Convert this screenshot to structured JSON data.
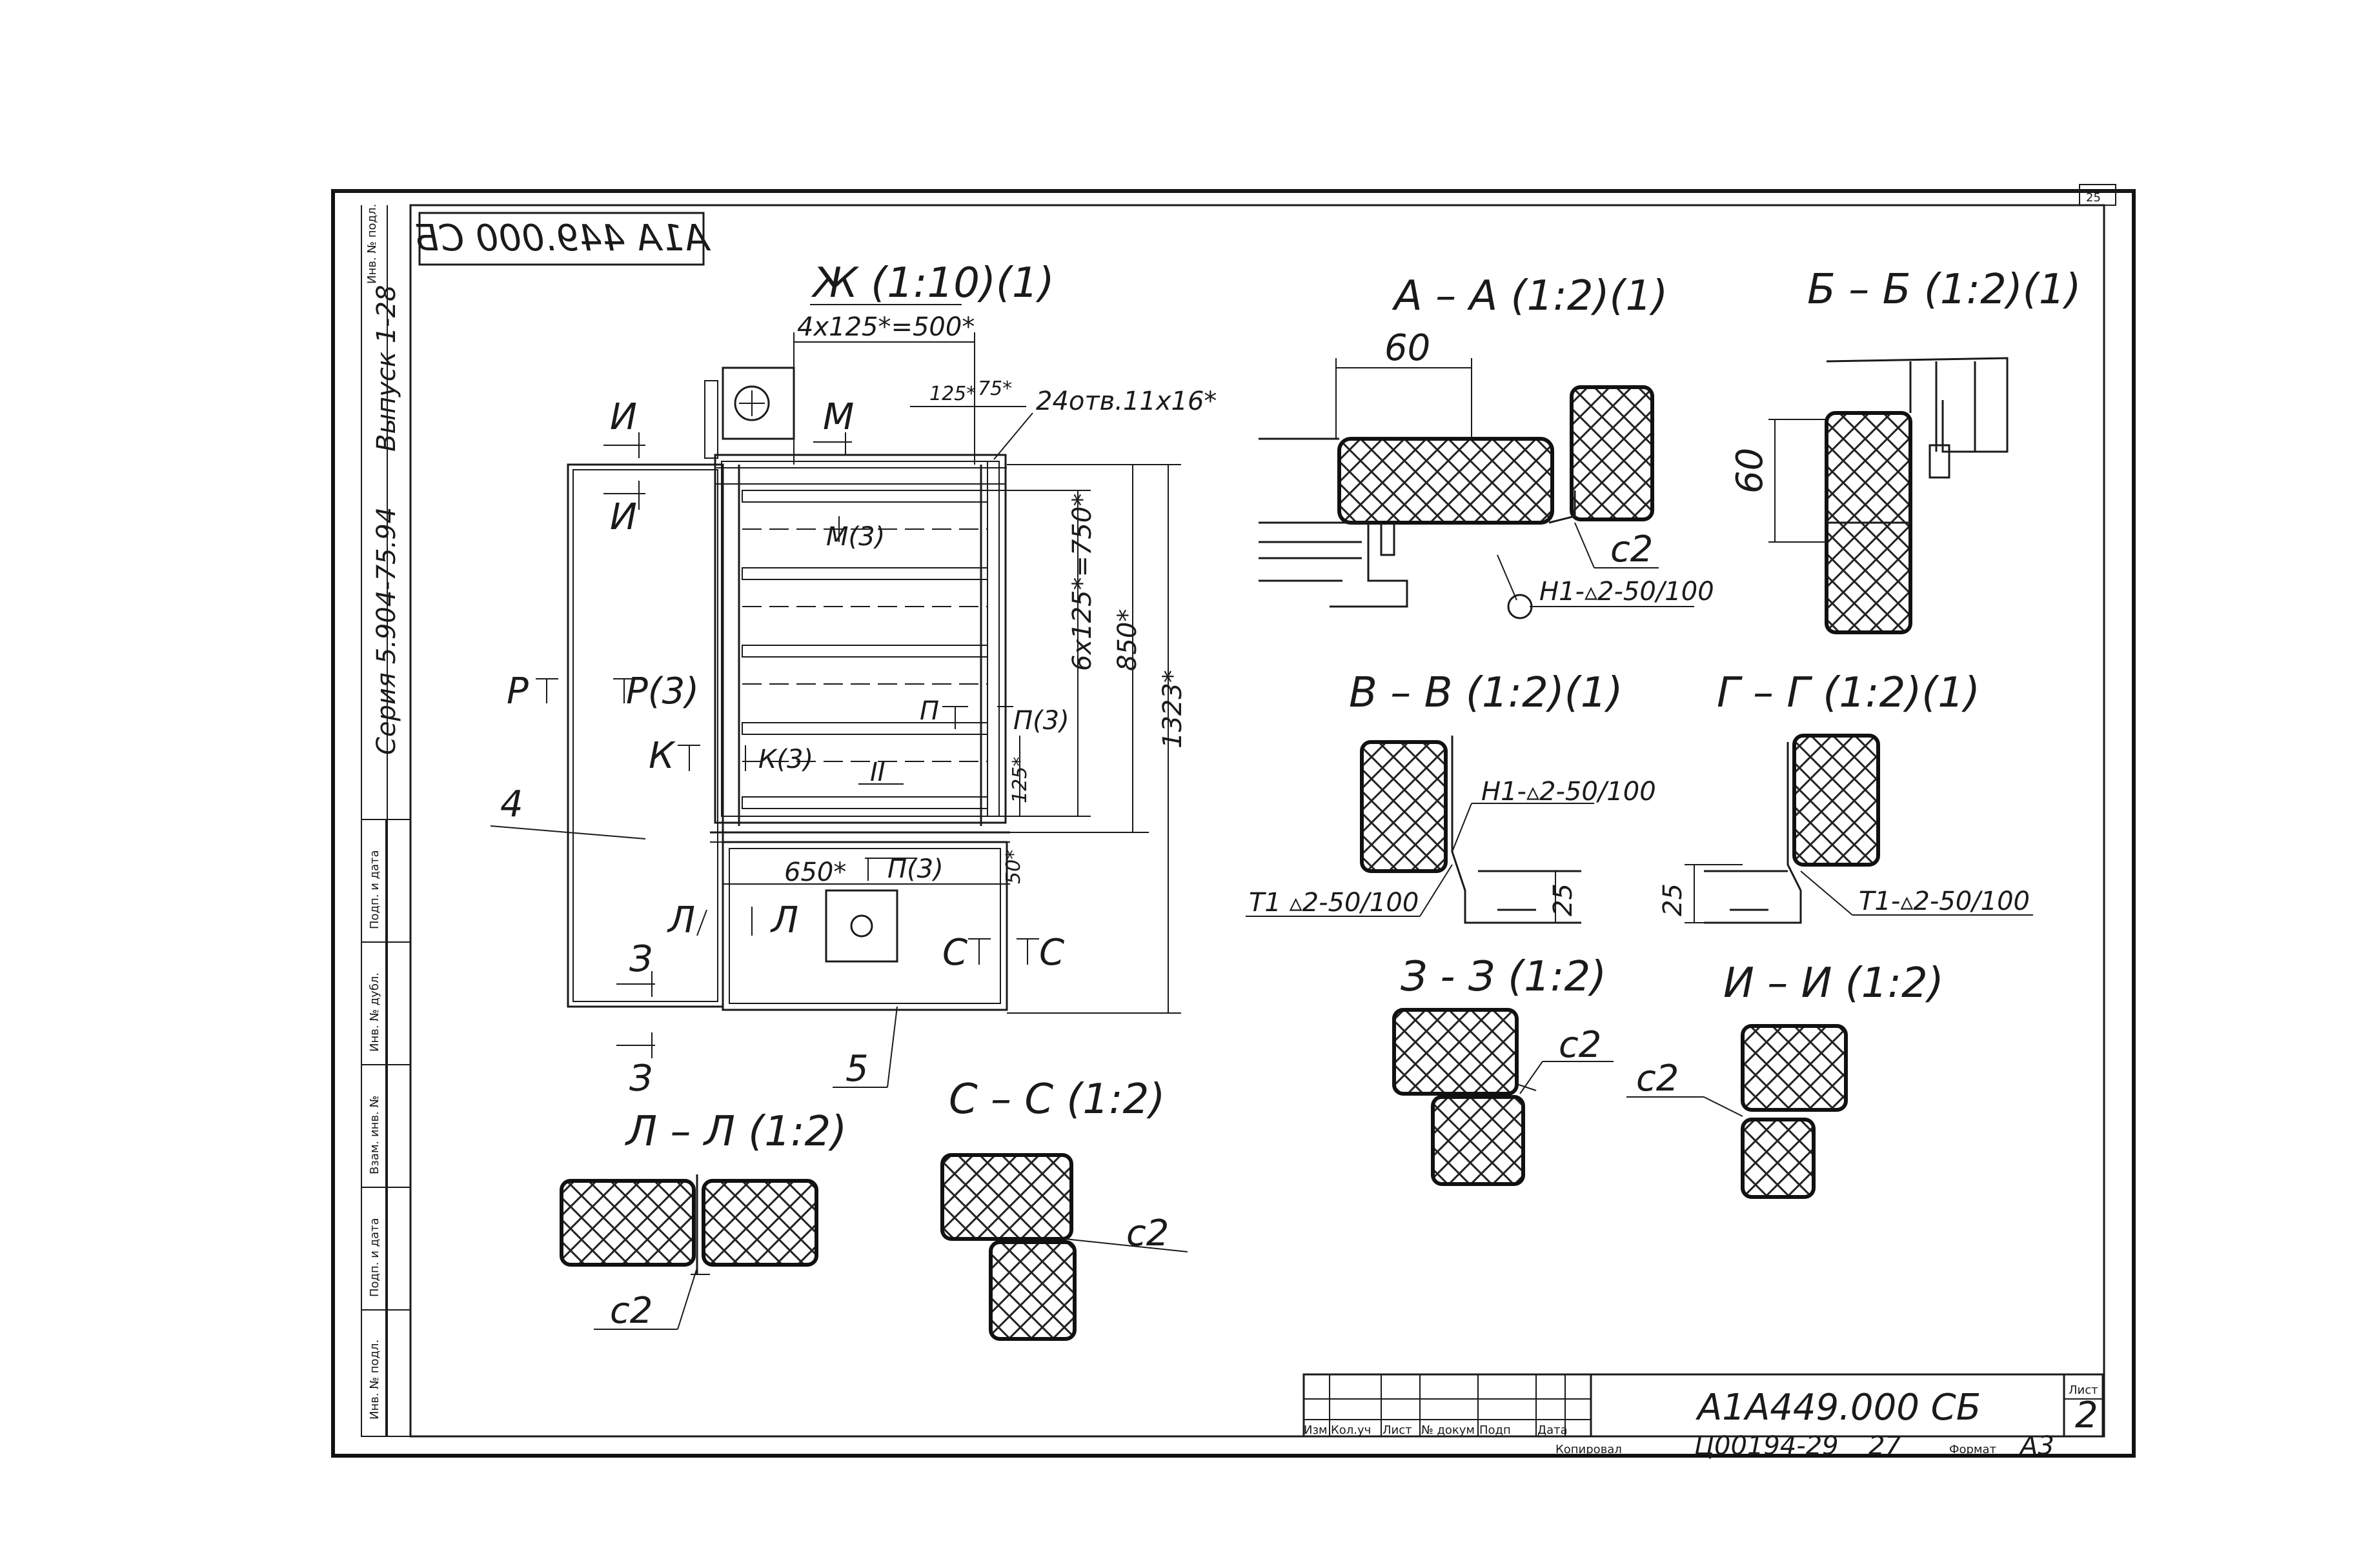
{
  "sheet": {
    "mirrored_code": "А1А 449.000 СБ",
    "corner_num": "25",
    "side_series": "Серия  5.904-75.94",
    "side_issue": "Выпуск 1-28",
    "side_small": "Инв. № подл.",
    "side_cells": [
      "Инв. № подл.",
      "Подп. и дата",
      "Взам. инв. №",
      "Инв. № дубл.",
      "Подп. и дата"
    ]
  },
  "views": {
    "zh": {
      "title": "Ж (1:10)(1)",
      "dim_top": "4x125*=500*",
      "dim_125": "125*",
      "dim_75": "75*",
      "holes": "24отв.11x16*",
      "dim_6x125": "6x125*=750*",
      "dim_850": "850*",
      "dim_1323": "1323*",
      "dim_125b": "125*",
      "dim_650": "650*",
      "dim_50": "50*",
      "cut_I": "И",
      "cut_M": "М",
      "cut_M3": "М(3)",
      "cut_R": "Р",
      "cut_R3": "Р(3)",
      "cut_K": "К",
      "cut_K3": "К(3)",
      "cut_P": "П",
      "cut_P3": "П(3)",
      "cut_P3b": "П(3)",
      "cut_L": "Л",
      "cut_C": "С",
      "cut_Z": "З",
      "cut_II": "II",
      "leader_4": "4",
      "leader_5": "5"
    },
    "aa": {
      "title": "А – А (1:2)(1)",
      "dim": "60",
      "c2": "с2",
      "weld": "Н1-▵2-50/100"
    },
    "bb": {
      "title": "Б – Б (1:2)(1)",
      "dim": "60"
    },
    "vv": {
      "title": "В – В (1:2)(1)",
      "weld1": "Н1-▵2-50/100",
      "weld2": "Т1 ▵2-50/100",
      "dim": "25"
    },
    "gg": {
      "title": "Г – Г (1:2)(1)",
      "weld": "Т1-▵2-50/100",
      "dim": "25"
    },
    "zz": {
      "title": "З - З (1:2)",
      "c2": "с2"
    },
    "ii": {
      "title": "И – И (1:2)",
      "c2": "с2"
    },
    "ll": {
      "title": "Л – Л (1:2)",
      "c2": "с2"
    },
    "cc": {
      "title": "С – С (1:2)",
      "c2": "с2"
    }
  },
  "title_block": {
    "code": "А1А449.000 СБ",
    "sheet_label": "Лист",
    "sheet_no": "2",
    "cols": [
      "Изм",
      "Кол.уч",
      "Лист",
      "№ докум",
      "Подп",
      "Дата"
    ],
    "copied": "Копировал",
    "doc_no": "Ц00194-29",
    "doc_suffix": "27",
    "format_label": "Формат",
    "format": "А3"
  }
}
